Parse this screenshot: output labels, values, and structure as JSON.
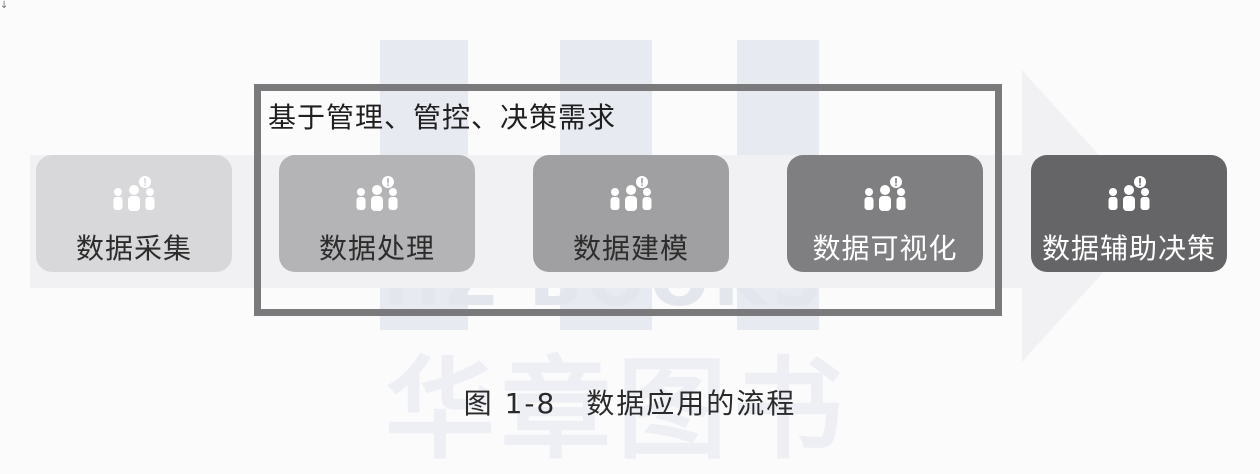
{
  "watermark": {
    "brand": "HZ BOOKS",
    "chinese": "华章图书"
  },
  "group_label": "基于管理、管控、决策需求",
  "steps": [
    {
      "label": "数据采集",
      "icon": "people-group-icon",
      "color": "#d8d8da"
    },
    {
      "label": "数据处理",
      "icon": "people-group-icon",
      "color": "#b4b4b6"
    },
    {
      "label": "数据建模",
      "icon": "people-group-icon",
      "color": "#a0a0a2"
    },
    {
      "label": "数据可视化",
      "icon": "people-group-icon",
      "color": "#7f7f81"
    },
    {
      "label": "数据辅助决策",
      "icon": "people-group-icon",
      "color": "#656567"
    }
  ],
  "caption": "图 1-8　数据应用的流程"
}
